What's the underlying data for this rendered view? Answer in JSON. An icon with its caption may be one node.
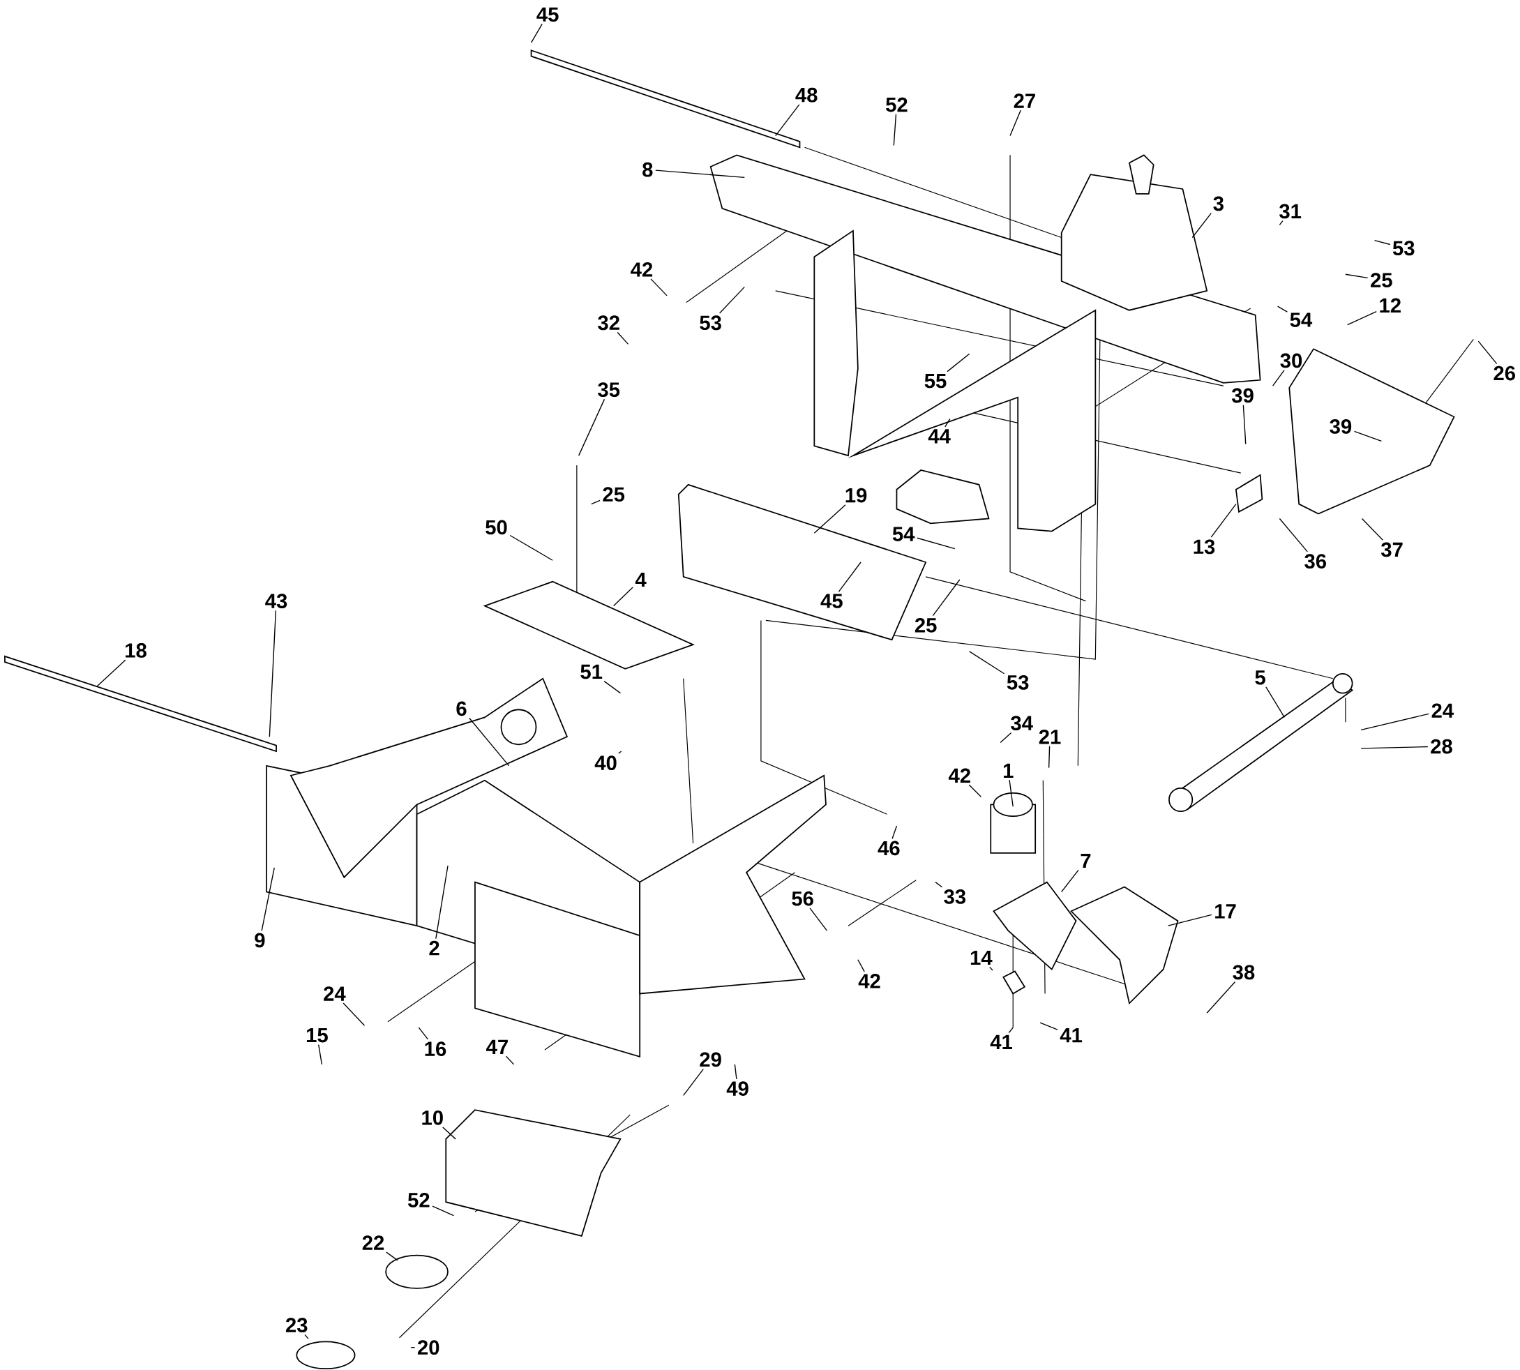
{
  "diagram": {
    "nodes": [
      {
        "text": [
          "45"
        ]
      },
      {
        "text": [
          "48"
        ]
      },
      {
        "text": [
          "52"
        ]
      },
      {
        "text": [
          "8"
        ]
      },
      {
        "text": [
          "27"
        ]
      },
      {
        "text": [
          "3"
        ]
      },
      {
        "text": [
          "31"
        ]
      },
      {
        "text": [
          "53"
        ]
      },
      {
        "text": [
          "25"
        ]
      },
      {
        "text": [
          "54"
        ]
      },
      {
        "text": [
          "42"
        ]
      },
      {
        "text": [
          "32"
        ]
      },
      {
        "text": [
          "53"
        ]
      },
      {
        "text": [
          "55"
        ]
      },
      {
        "text": [
          "30"
        ]
      },
      {
        "text": [
          "12"
        ]
      },
      {
        "text": [
          "26"
        ]
      },
      {
        "text": [
          "44"
        ]
      },
      {
        "text": [
          "39"
        ]
      },
      {
        "text": [
          "39"
        ]
      },
      {
        "text": [
          "13"
        ]
      },
      {
        "text": [
          "36"
        ]
      },
      {
        "text": [
          "37"
        ]
      },
      {
        "text": [
          "35"
        ]
      },
      {
        "text": [
          "25"
        ]
      },
      {
        "text": [
          "50"
        ]
      },
      {
        "text": [
          "19"
        ]
      },
      {
        "text": [
          "54"
        ]
      },
      {
        "text": [
          "45"
        ]
      },
      {
        "text": [
          "25"
        ]
      },
      {
        "text": [
          "53"
        ]
      },
      {
        "text": [
          "4"
        ]
      },
      {
        "text": [
          "43"
        ]
      },
      {
        "text": [
          "18"
        ]
      },
      {
        "text": [
          "51"
        ]
      },
      {
        "text": [
          "6"
        ]
      },
      {
        "text": [
          "40"
        ]
      },
      {
        "text": [
          "5"
        ]
      },
      {
        "text": [
          "24"
        ]
      },
      {
        "text": [
          "28"
        ]
      },
      {
        "text": [
          "34"
        ]
      },
      {
        "text": [
          "21"
        ]
      },
      {
        "text": [
          "42"
        ]
      },
      {
        "text": [
          "1"
        ]
      },
      {
        "text": [
          "46"
        ]
      },
      {
        "text": [
          "33"
        ]
      },
      {
        "text": [
          "7"
        ]
      },
      {
        "text": [
          "17"
        ]
      },
      {
        "text": [
          "56"
        ]
      },
      {
        "text": [
          "42"
        ]
      },
      {
        "text": [
          "9"
        ]
      },
      {
        "text": [
          "2"
        ]
      },
      {
        "text": [
          "14"
        ]
      },
      {
        "text": [
          "38"
        ]
      },
      {
        "text": [
          "24"
        ]
      },
      {
        "text": [
          "15"
        ]
      },
      {
        "text": [
          "16"
        ]
      },
      {
        "text": [
          "41"
        ]
      },
      {
        "text": [
          "41"
        ]
      },
      {
        "text": [
          "47"
        ]
      },
      {
        "text": [
          "29"
        ]
      },
      {
        "text": [
          "49"
        ]
      },
      {
        "text": [
          "10"
        ]
      },
      {
        "text": [
          "52"
        ]
      },
      {
        "text": [
          "22"
        ]
      },
      {
        "text": [
          "23"
        ]
      },
      {
        "text": [
          "20"
        ]
      }
    ],
    "edges": [
      {
        "from": 0,
        "to": null,
        "arrow": "none"
      },
      {
        "from": 1,
        "to": null,
        "arrow": "none"
      },
      {
        "from": 2,
        "to": null,
        "arrow": "none"
      },
      {
        "from": 3,
        "to": null,
        "arrow": "none"
      },
      {
        "from": 4,
        "to": null,
        "arrow": "none"
      },
      {
        "from": 5,
        "to": null,
        "arrow": "none"
      },
      {
        "from": 6,
        "to": null,
        "arrow": "none"
      },
      {
        "from": 7,
        "to": null,
        "arrow": "none"
      },
      {
        "from": 8,
        "to": null,
        "arrow": "none"
      },
      {
        "from": 9,
        "to": null,
        "arrow": "none"
      },
      {
        "from": 10,
        "to": null,
        "arrow": "none"
      },
      {
        "from": 11,
        "to": null,
        "arrow": "none"
      },
      {
        "from": 12,
        "to": null,
        "arrow": "none"
      },
      {
        "from": 13,
        "to": null,
        "arrow": "none"
      },
      {
        "from": 14,
        "to": null,
        "arrow": "none"
      },
      {
        "from": 15,
        "to": null,
        "arrow": "none"
      },
      {
        "from": 16,
        "to": null,
        "arrow": "none"
      },
      {
        "from": 17,
        "to": null,
        "arrow": "none"
      },
      {
        "from": 18,
        "to": null,
        "arrow": "none"
      },
      {
        "from": 19,
        "to": null,
        "arrow": "none"
      },
      {
        "from": 20,
        "to": null,
        "arrow": "none"
      },
      {
        "from": 21,
        "to": null,
        "arrow": "none"
      },
      {
        "from": 22,
        "to": null,
        "arrow": "none"
      },
      {
        "from": 23,
        "to": null,
        "arrow": "none"
      },
      {
        "from": 24,
        "to": null,
        "arrow": "none"
      },
      {
        "from": 25,
        "to": null,
        "arrow": "none"
      },
      {
        "from": 26,
        "to": null,
        "arrow": "none"
      },
      {
        "from": 27,
        "to": null,
        "arrow": "none"
      },
      {
        "from": 28,
        "to": null,
        "arrow": "none"
      },
      {
        "from": 29,
        "to": null,
        "arrow": "none"
      },
      {
        "from": 30,
        "to": null,
        "arrow": "none"
      },
      {
        "from": 31,
        "to": null,
        "arrow": "none"
      },
      {
        "from": 32,
        "to": null,
        "arrow": "none"
      },
      {
        "from": 33,
        "to": null,
        "arrow": "none"
      },
      {
        "from": 34,
        "to": null,
        "arrow": "none"
      },
      {
        "from": 35,
        "to": null,
        "arrow": "none"
      },
      {
        "from": 36,
        "to": null,
        "arrow": "none"
      },
      {
        "from": 37,
        "to": null,
        "arrow": "none"
      },
      {
        "from": 38,
        "to": null,
        "arrow": "none"
      },
      {
        "from": 39,
        "to": null,
        "arrow": "none"
      },
      {
        "from": 40,
        "to": null,
        "arrow": "none"
      },
      {
        "from": 41,
        "to": null,
        "arrow": "none"
      },
      {
        "from": 42,
        "to": null,
        "arrow": "none"
      },
      {
        "from": 43,
        "to": null,
        "arrow": "none"
      },
      {
        "from": 44,
        "to": null,
        "arrow": "none"
      },
      {
        "from": 45,
        "to": null,
        "arrow": "none"
      },
      {
        "from": 46,
        "to": null,
        "arrow": "none"
      },
      {
        "from": 47,
        "to": null,
        "arrow": "none"
      },
      {
        "from": 48,
        "to": null,
        "arrow": "none"
      },
      {
        "from": 49,
        "to": null,
        "arrow": "none"
      },
      {
        "from": 50,
        "to": null,
        "arrow": "none"
      },
      {
        "from": 51,
        "to": null,
        "arrow": "none"
      },
      {
        "from": 52,
        "to": null,
        "arrow": "none"
      },
      {
        "from": 53,
        "to": null,
        "arrow": "none"
      },
      {
        "from": 54,
        "to": null,
        "arrow": "none"
      },
      {
        "from": 55,
        "to": null,
        "arrow": "none"
      },
      {
        "from": 56,
        "to": null,
        "arrow": "none"
      },
      {
        "from": 57,
        "to": null,
        "arrow": "none"
      },
      {
        "from": 58,
        "to": null,
        "arrow": "none"
      },
      {
        "from": 59,
        "to": null,
        "arrow": "none"
      },
      {
        "from": 60,
        "to": null,
        "arrow": "none"
      },
      {
        "from": 61,
        "to": null,
        "arrow": "none"
      },
      {
        "from": 62,
        "to": null,
        "arrow": "none"
      },
      {
        "from": 63,
        "to": null,
        "arrow": "none"
      },
      {
        "from": 64,
        "to": null,
        "arrow": "none"
      },
      {
        "from": 65,
        "to": null,
        "arrow": "none"
      },
      {
        "from": 66,
        "to": null,
        "arrow": "none"
      }
    ]
  }
}
